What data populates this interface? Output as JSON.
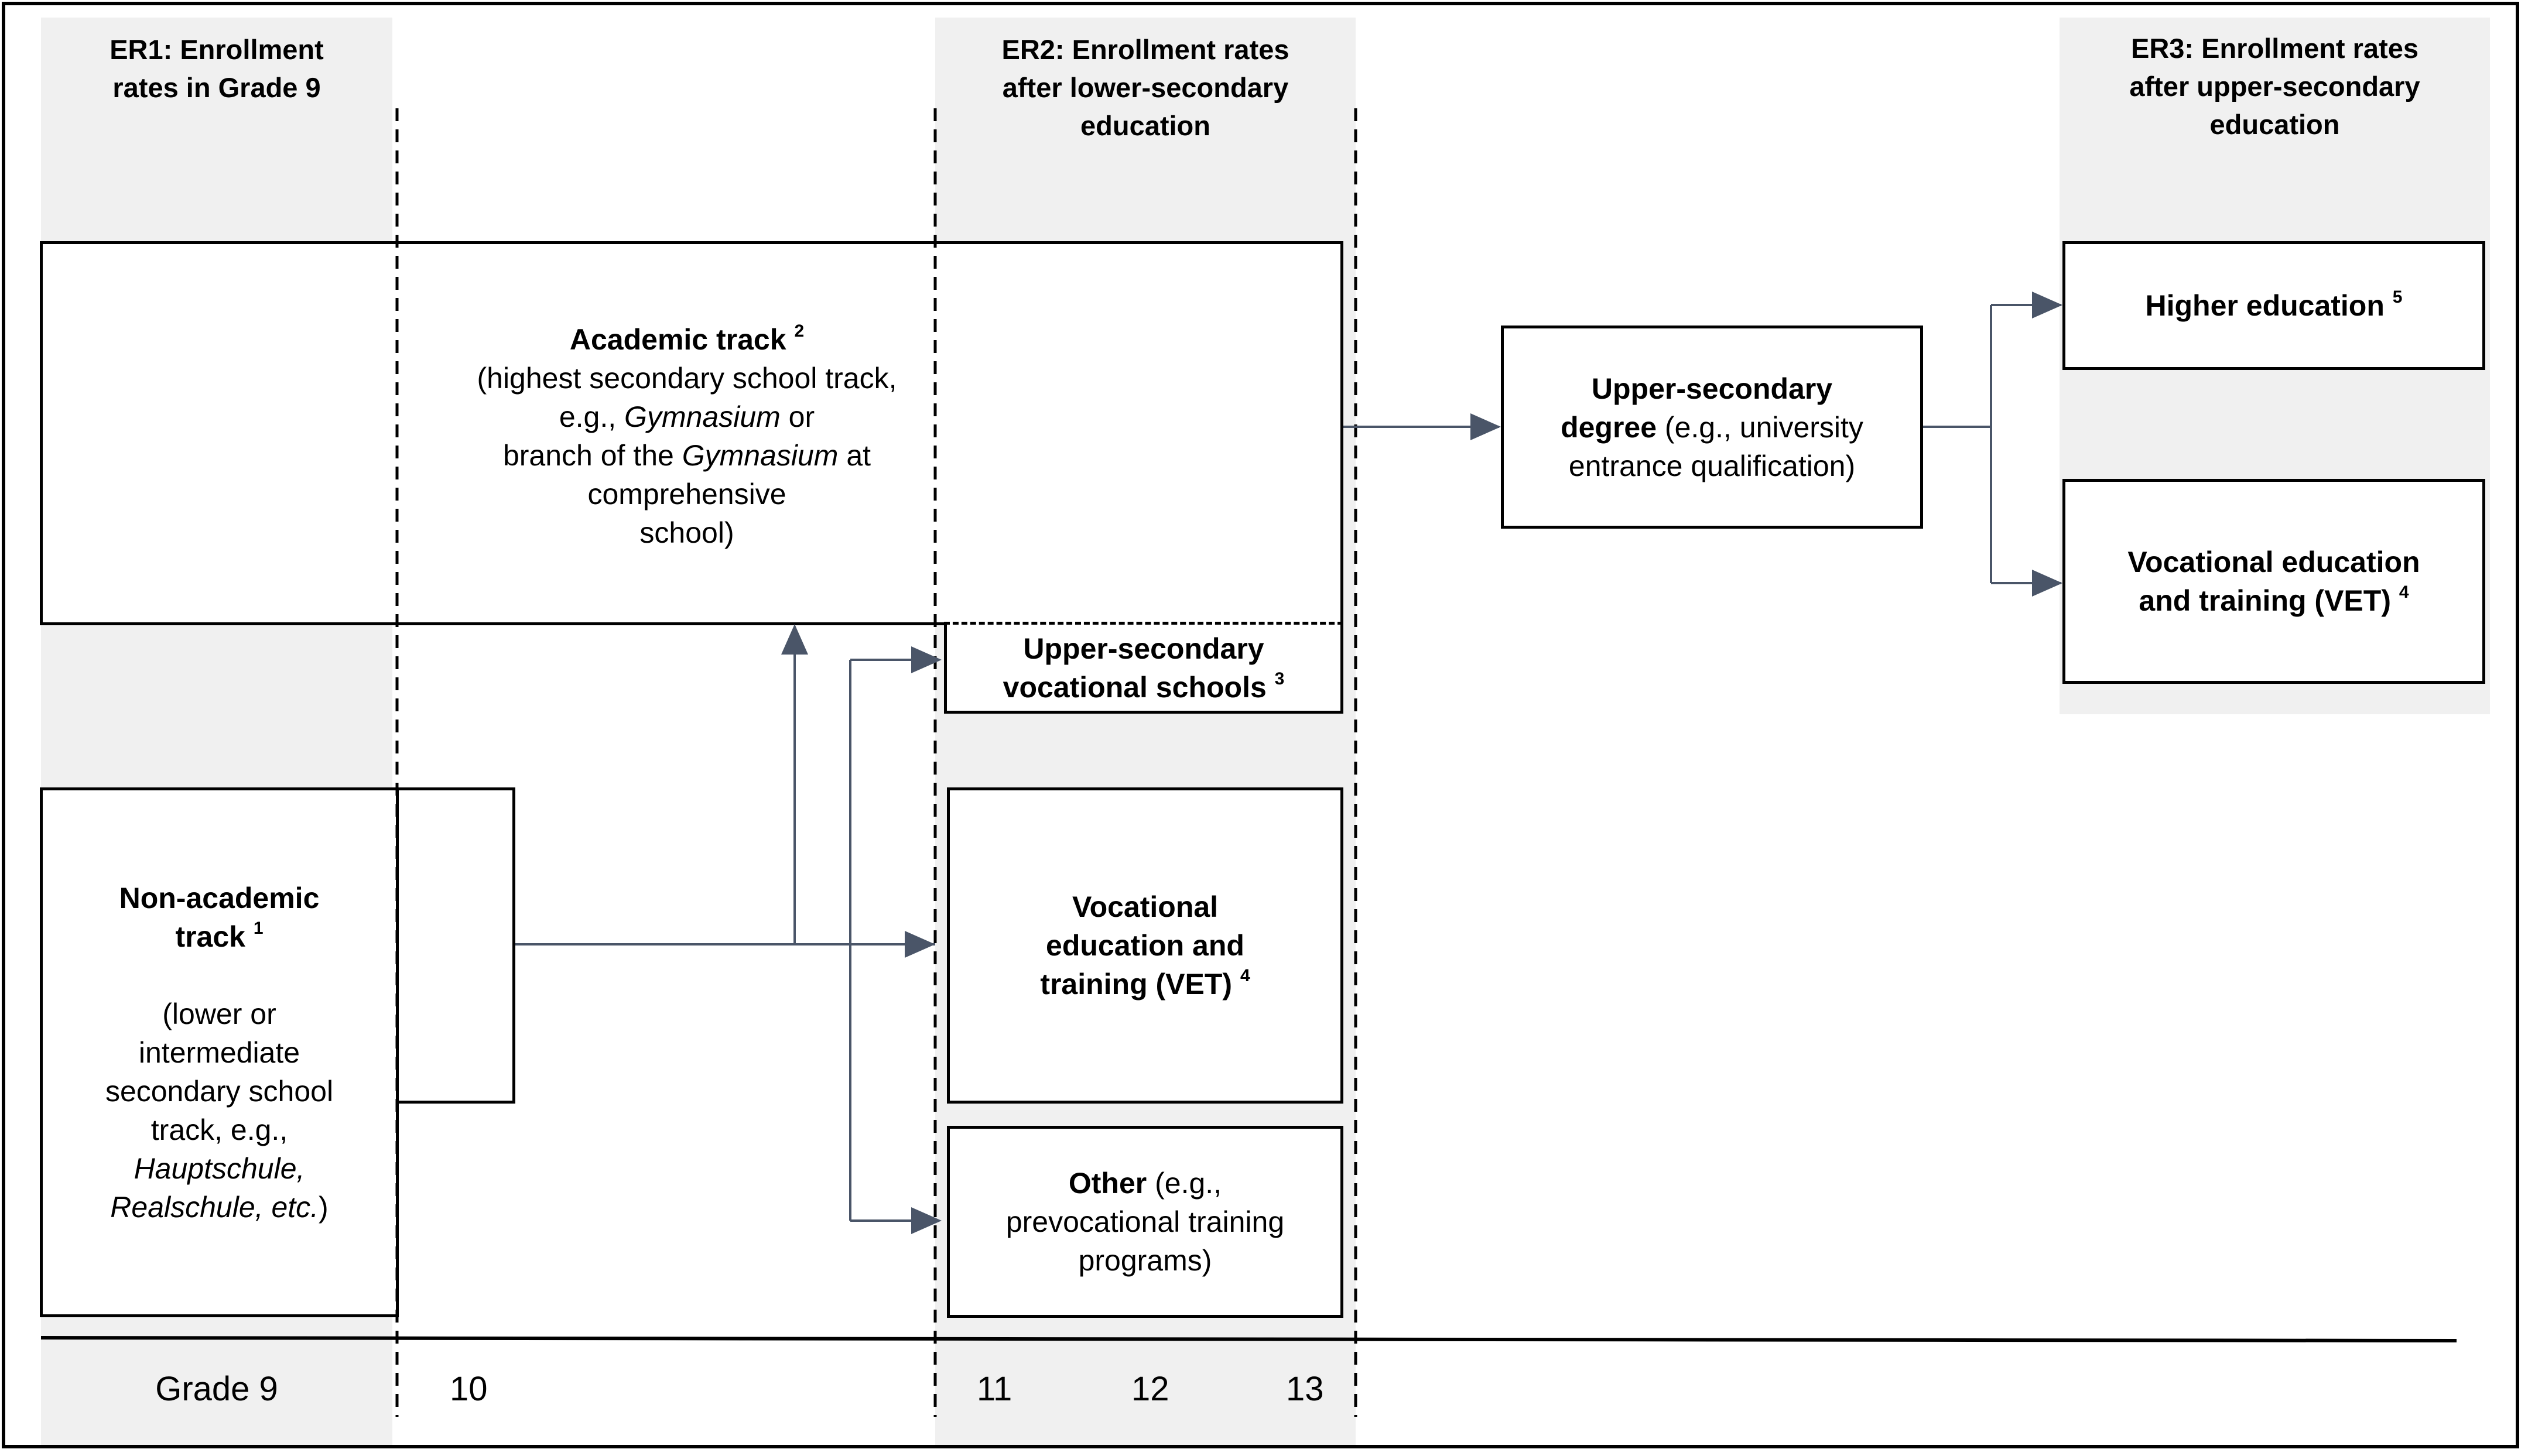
{
  "headers": {
    "er1": [
      "ER1: Enrollment",
      "rates in Grade 9"
    ],
    "er2": [
      "ER2: Enrollment rates",
      "after lower-secondary",
      "education"
    ],
    "er3": [
      "ER3: Enrollment rates",
      "after upper-secondary",
      "education"
    ]
  },
  "boxes": {
    "academic": {
      "title": "Academic track",
      "sup": "2",
      "lines": [
        "(highest secondary school track,",
        "e.g., ",
        "Gymnasium",
        " or",
        "branch of the ",
        "Gymnasium",
        " at",
        "comprehensive",
        "school)"
      ]
    },
    "non_academic": {
      "title_1": "Non-academic",
      "title_2": "track",
      "sup": "1",
      "lines": [
        "(lower or",
        "intermediate",
        "secondary school",
        "track, e.g.,",
        "Hauptschule,",
        "Realschule, etc.",
        ")"
      ]
    },
    "upper_voc_schools": {
      "line1": "Upper-secondary",
      "line2": "vocational schools",
      "sup": "3"
    },
    "vet_mid": {
      "line1": "Vocational",
      "line2": "education and",
      "line3": "training (VET)",
      "sup": "4"
    },
    "other": {
      "bold": "Other",
      "rest": " (e.g.,",
      "line2": "prevocational training",
      "line3": "programs)"
    },
    "upper_degree": {
      "line1": "Upper-secondary",
      "bold2": "degree",
      "rest2": " (e.g., university",
      "line3": "entrance qualification)"
    },
    "higher_ed": {
      "title": "Higher education",
      "sup": "5"
    },
    "vet_right": {
      "line1": "Vocational education",
      "line2": "and training (VET)",
      "sup": "4"
    }
  },
  "grades": [
    "Grade 9",
    "10",
    "11",
    "12",
    "13"
  ],
  "colors": {
    "arrow": "#4a5568",
    "band": "#f0f0f0"
  }
}
